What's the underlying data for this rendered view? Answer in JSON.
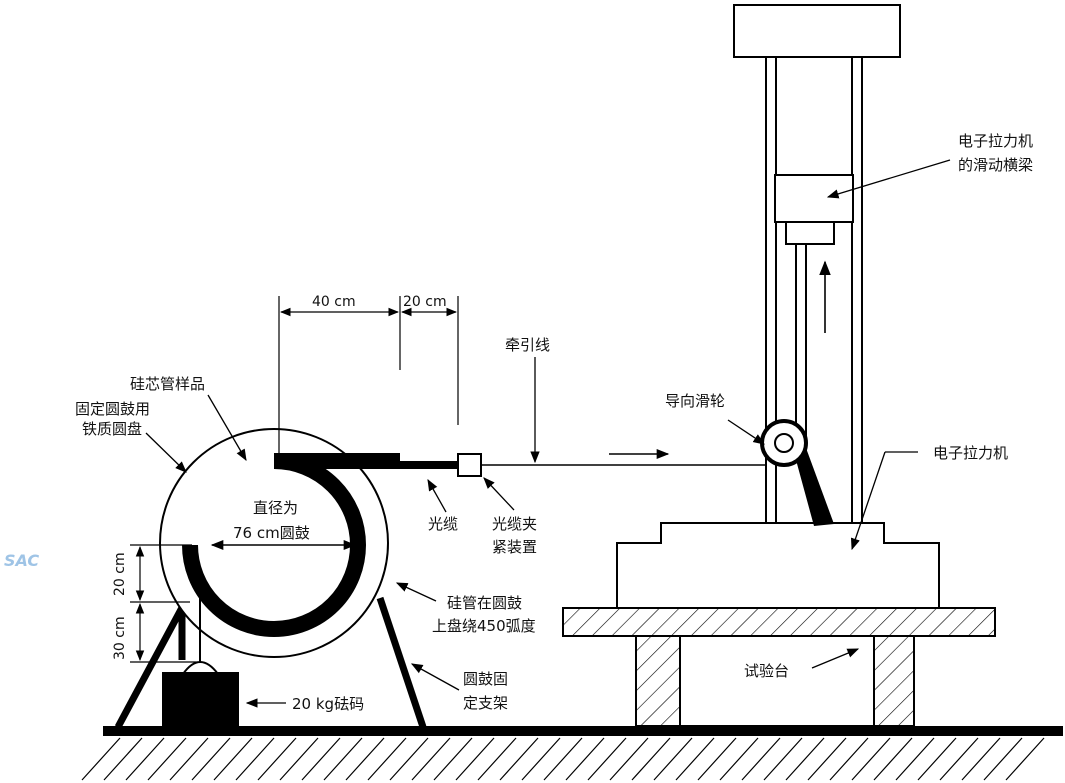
{
  "labels": {
    "sample": "硅芯管样品",
    "disc_line1": "固定圆鼓用",
    "disc_line2": "铁质圆盘",
    "drum_dia_line1": "直径为",
    "drum_dia_line2": "76 cm圆鼓",
    "cable": "光缆",
    "clamp_line1": "光缆夹",
    "clamp_line2": "紧装置",
    "wind_line1": "硅管在圆鼓",
    "wind_line2": "上盘绕450弧度",
    "stand_line1": "圆鼓固",
    "stand_line2": "定支架",
    "weight": "20 kg砝码",
    "pull_line": "牵引线",
    "pulley": "导向滑轮",
    "crossbeam_line1": "电子拉力机",
    "crossbeam_line2": "的滑动横梁",
    "machine": "电子拉力机",
    "table": "试验台",
    "watermark": "SAC"
  },
  "dimensions": {
    "dim_40": "40 cm",
    "dim_20_top": "20 cm",
    "dim_20_side": "20 cm",
    "dim_30_side": "30 cm"
  }
}
